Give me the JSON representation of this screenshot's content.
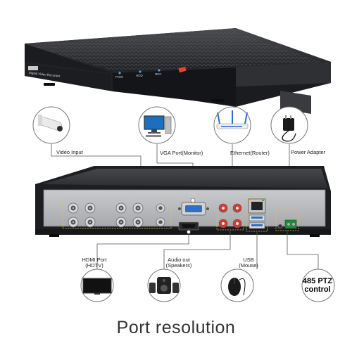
{
  "device": {
    "brand_label": "Digital Video Recorder",
    "led_labels": [
      "POW",
      "HDD",
      "REC"
    ]
  },
  "callouts": {
    "top": [
      {
        "id": "video-input",
        "label": "Video Input",
        "icon": "cctv-camera-icon"
      },
      {
        "id": "vga-port",
        "label": "VGA Port(Monitor)",
        "icon": "desktop-computer-icon"
      },
      {
        "id": "ethernet",
        "label": "Ethernet(Router)",
        "icon": "wifi-router-icon"
      },
      {
        "id": "power-adapter",
        "label": "Power Adapter",
        "icon": "power-adapter-icon"
      }
    ],
    "bottom": [
      {
        "id": "hdmi-port",
        "label_line1": "HDMI Port",
        "label_line2": "(HDTV)",
        "icon": "tv-icon"
      },
      {
        "id": "audio-out",
        "label_line1": "Audio out",
        "label_line2": "(Speakers)",
        "icon": "speakers-icon"
      },
      {
        "id": "usb",
        "label_line1": "USB",
        "label_line2": "(Mouse)",
        "icon": "mouse-icon"
      },
      {
        "id": "ptz",
        "label_line1": "485 PTZ",
        "label_line2": "control",
        "icon": "ptz-text"
      }
    ]
  },
  "title": "Port resolution",
  "colors": {
    "device_dark": "#2a2b2e",
    "panel_grey": "#b7b9bc",
    "callout_line": "#555555",
    "dotted_outline": "#d9c36a",
    "led_blue": "#4aa3ff",
    "led_red": "#e8432e"
  }
}
